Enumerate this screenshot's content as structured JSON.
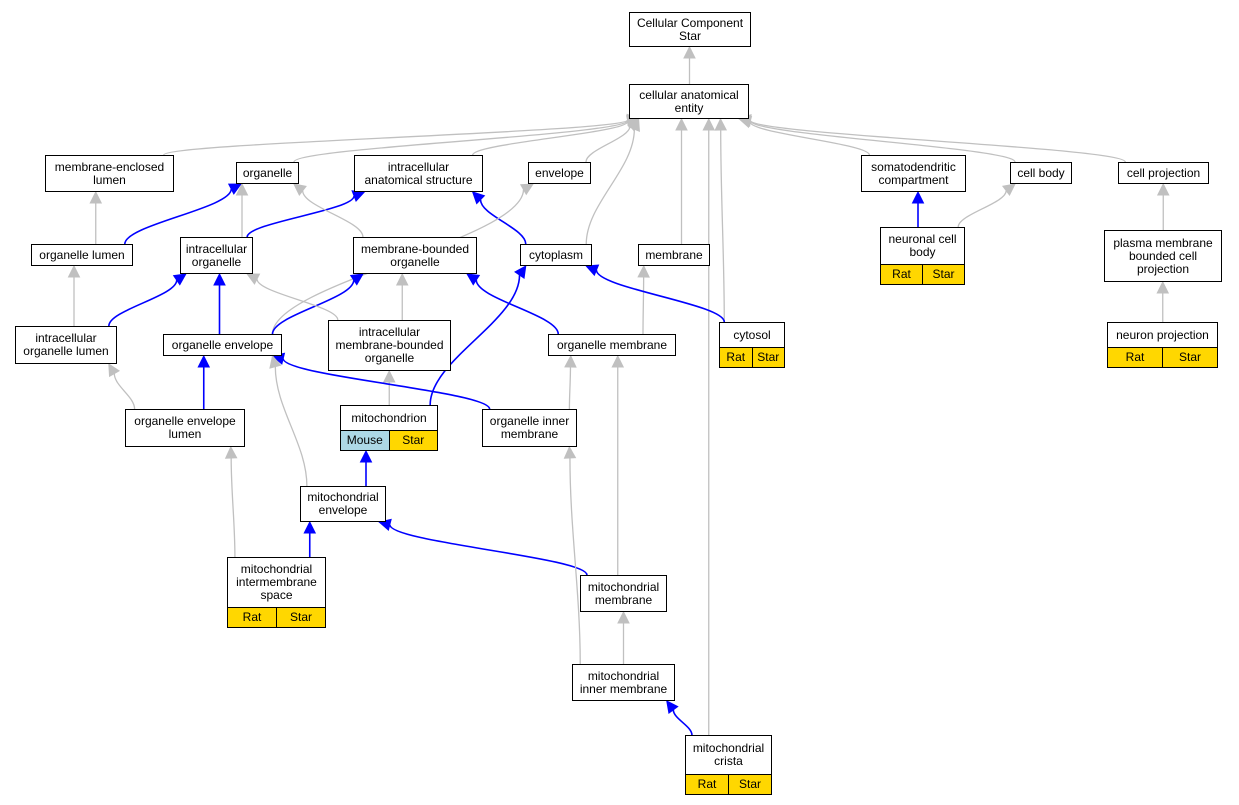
{
  "colors": {
    "direct_edge": "#0000ff",
    "inferred_edge": "#c0c0c0",
    "rat_tag": "#ffd700",
    "mouse_tag": "#add8e6"
  },
  "nodes": [
    {
      "id": "cc_star",
      "label": "Cellular Component\nStar",
      "tags": []
    },
    {
      "id": "cae",
      "label": "cellular anatomical\nentity",
      "tags": []
    },
    {
      "id": "mel",
      "label": "membrane-enclosed\nlumen",
      "tags": []
    },
    {
      "id": "organelle",
      "label": "organelle",
      "tags": []
    },
    {
      "id": "ias",
      "label": "intracellular\nanatomical structure",
      "tags": []
    },
    {
      "id": "envelope",
      "label": "envelope",
      "tags": []
    },
    {
      "id": "sdc",
      "label": "somatodendritic\ncompartment",
      "tags": []
    },
    {
      "id": "cellbody",
      "label": "cell body",
      "tags": []
    },
    {
      "id": "cellproj",
      "label": "cell projection",
      "tags": []
    },
    {
      "id": "orglumen",
      "label": "organelle lumen",
      "tags": []
    },
    {
      "id": "intorg",
      "label": "intracellular\norganelle",
      "tags": []
    },
    {
      "id": "mbo",
      "label": "membrane-bounded\norganelle",
      "tags": []
    },
    {
      "id": "cytoplasm",
      "label": "cytoplasm",
      "tags": []
    },
    {
      "id": "membrane",
      "label": "membrane",
      "tags": []
    },
    {
      "id": "ncb",
      "label": "neuronal cell\nbody",
      "tags": [
        "Rat",
        "Star"
      ]
    },
    {
      "id": "pmbcp",
      "label": "plasma membrane\nbounded cell\nprojection",
      "tags": []
    },
    {
      "id": "iol",
      "label": "intracellular\norganelle lumen",
      "tags": []
    },
    {
      "id": "orgenv",
      "label": "organelle envelope",
      "tags": []
    },
    {
      "id": "imbo",
      "label": "intracellular\nmembrane-bounded\norganelle",
      "tags": []
    },
    {
      "id": "orgmem",
      "label": "organelle membrane",
      "tags": []
    },
    {
      "id": "cytosol",
      "label": "cytosol",
      "tags": [
        "Rat",
        "Star"
      ]
    },
    {
      "id": "neuproj",
      "label": "neuron projection",
      "tags": [
        "Rat",
        "Star"
      ]
    },
    {
      "id": "oel",
      "label": "organelle envelope\nlumen",
      "tags": []
    },
    {
      "id": "mito",
      "label": "mitochondrion",
      "tags": [
        "Mouse",
        "Star"
      ]
    },
    {
      "id": "oim",
      "label": "organelle inner\nmembrane",
      "tags": []
    },
    {
      "id": "mitoenv",
      "label": "mitochondrial\nenvelope",
      "tags": []
    },
    {
      "id": "mims",
      "label": "mitochondrial\nintermembrane\nspace",
      "tags": [
        "Rat",
        "Star"
      ]
    },
    {
      "id": "mitomem",
      "label": "mitochondrial\nmembrane",
      "tags": []
    },
    {
      "id": "mitoim",
      "label": "mitochondrial\ninner membrane",
      "tags": []
    },
    {
      "id": "crista",
      "label": "mitochondrial\ncrista",
      "tags": [
        "Rat",
        "Star"
      ]
    }
  ],
  "edges": [
    {
      "from": "cae",
      "to": "cc_star",
      "kind": "inferred"
    },
    {
      "from": "mel",
      "to": "cae",
      "kind": "inferred"
    },
    {
      "from": "organelle",
      "to": "cae",
      "kind": "inferred"
    },
    {
      "from": "ias",
      "to": "cae",
      "kind": "inferred"
    },
    {
      "from": "envelope",
      "to": "cae",
      "kind": "inferred"
    },
    {
      "from": "sdc",
      "to": "cae",
      "kind": "inferred"
    },
    {
      "from": "cellbody",
      "to": "cae",
      "kind": "inferred"
    },
    {
      "from": "cellproj",
      "to": "cae",
      "kind": "inferred"
    },
    {
      "from": "cytoplasm",
      "to": "cae",
      "kind": "inferred"
    },
    {
      "from": "membrane",
      "to": "cae",
      "kind": "inferred"
    },
    {
      "from": "cytosol",
      "to": "cae",
      "kind": "inferred"
    },
    {
      "from": "crista",
      "to": "cae",
      "kind": "inferred"
    },
    {
      "from": "orglumen",
      "to": "mel",
      "kind": "inferred"
    },
    {
      "from": "orglumen",
      "to": "organelle",
      "kind": "direct"
    },
    {
      "from": "intorg",
      "to": "organelle",
      "kind": "inferred"
    },
    {
      "from": "intorg",
      "to": "ias",
      "kind": "direct"
    },
    {
      "from": "mbo",
      "to": "organelle",
      "kind": "inferred"
    },
    {
      "from": "cytoplasm",
      "to": "ias",
      "kind": "direct"
    },
    {
      "from": "orgenv",
      "to": "envelope",
      "kind": "inferred"
    },
    {
      "from": "ncb",
      "to": "sdc",
      "kind": "direct"
    },
    {
      "from": "ncb",
      "to": "cellbody",
      "kind": "inferred"
    },
    {
      "from": "pmbcp",
      "to": "cellproj",
      "kind": "inferred"
    },
    {
      "from": "neuproj",
      "to": "pmbcp",
      "kind": "inferred"
    },
    {
      "from": "iol",
      "to": "orglumen",
      "kind": "inferred"
    },
    {
      "from": "iol",
      "to": "intorg",
      "kind": "direct"
    },
    {
      "from": "orgenv",
      "to": "intorg",
      "kind": "direct"
    },
    {
      "from": "orgenv",
      "to": "mbo",
      "kind": "direct"
    },
    {
      "from": "imbo",
      "to": "intorg",
      "kind": "inferred"
    },
    {
      "from": "imbo",
      "to": "mbo",
      "kind": "inferred"
    },
    {
      "from": "orgmem",
      "to": "mbo",
      "kind": "direct"
    },
    {
      "from": "orgmem",
      "to": "membrane",
      "kind": "inferred"
    },
    {
      "from": "cytosol",
      "to": "cytoplasm",
      "kind": "direct"
    },
    {
      "from": "mito",
      "to": "cytoplasm",
      "kind": "direct"
    },
    {
      "from": "mito",
      "to": "imbo",
      "kind": "inferred"
    },
    {
      "from": "oel",
      "to": "iol",
      "kind": "inferred"
    },
    {
      "from": "oel",
      "to": "orgenv",
      "kind": "direct"
    },
    {
      "from": "oim",
      "to": "orgenv",
      "kind": "direct"
    },
    {
      "from": "oim",
      "to": "orgmem",
      "kind": "inferred"
    },
    {
      "from": "mitoenv",
      "to": "mito",
      "kind": "direct"
    },
    {
      "from": "mitoenv",
      "to": "orgenv",
      "kind": "inferred"
    },
    {
      "from": "mims",
      "to": "oel",
      "kind": "inferred"
    },
    {
      "from": "mims",
      "to": "mitoenv",
      "kind": "direct"
    },
    {
      "from": "mitomem",
      "to": "mitoenv",
      "kind": "direct"
    },
    {
      "from": "mitomem",
      "to": "orgmem",
      "kind": "inferred"
    },
    {
      "from": "mitoim",
      "to": "mitomem",
      "kind": "inferred"
    },
    {
      "from": "mitoim",
      "to": "oim",
      "kind": "inferred"
    },
    {
      "from": "crista",
      "to": "mitoim",
      "kind": "direct"
    }
  ]
}
